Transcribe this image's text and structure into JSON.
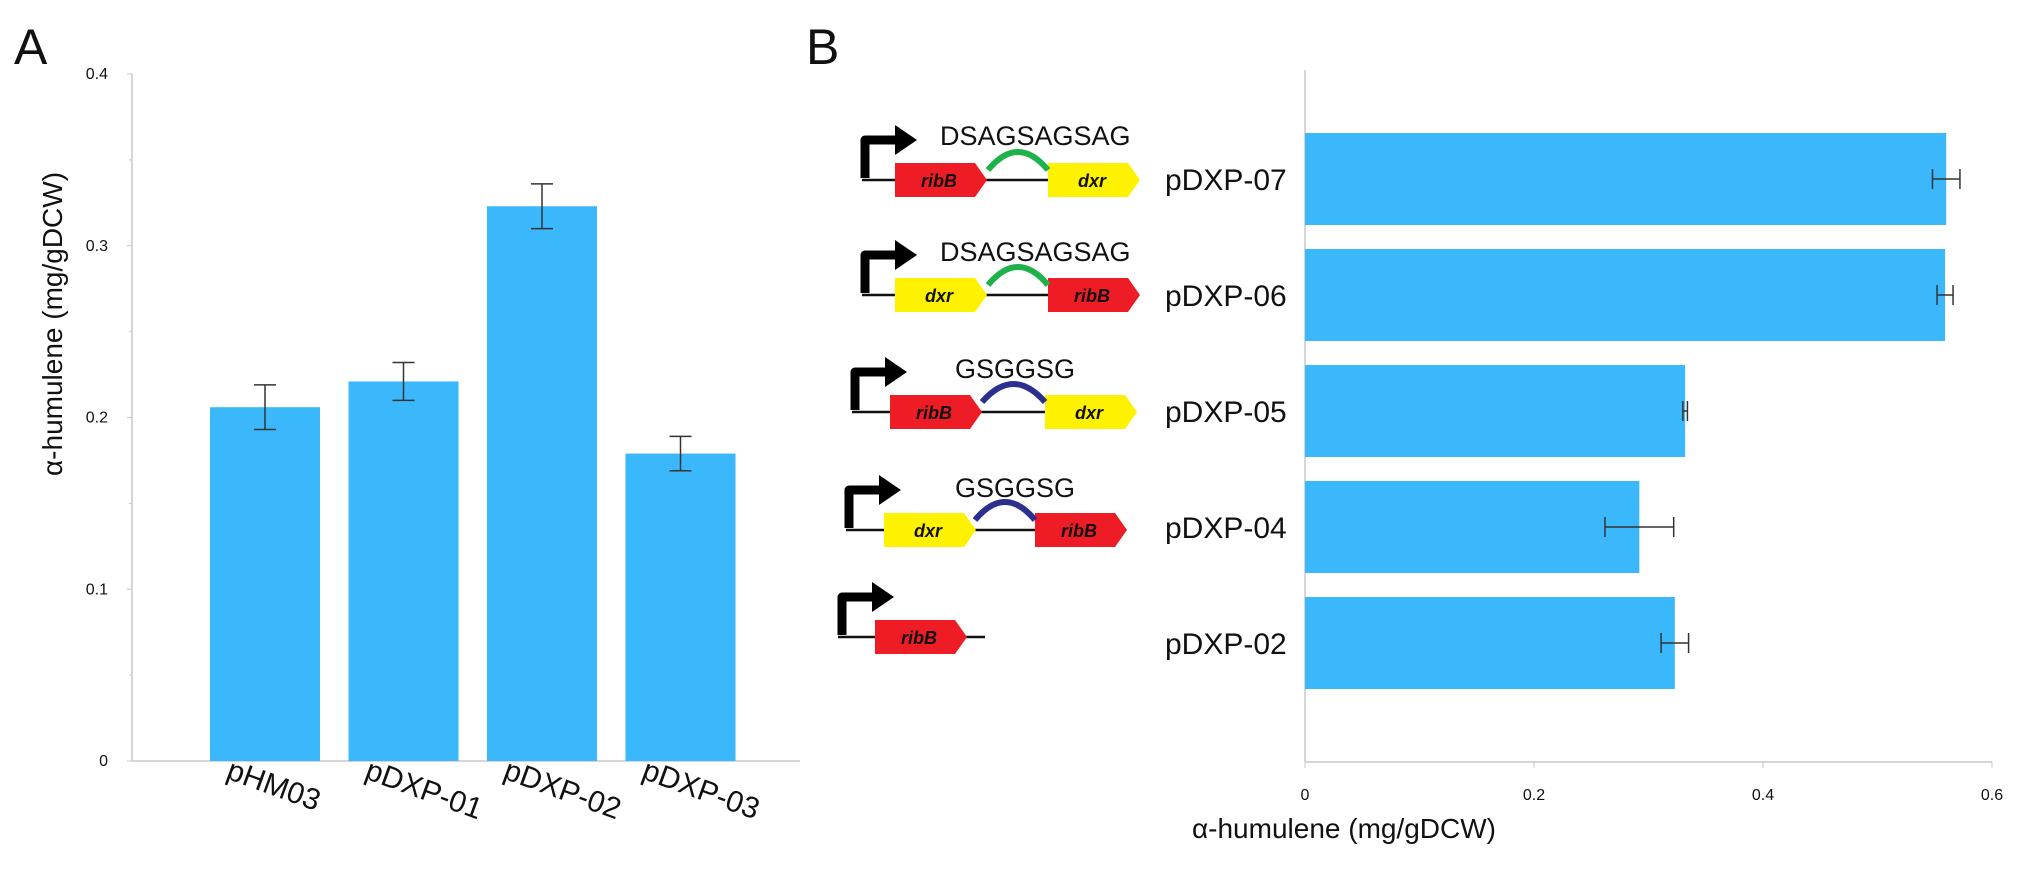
{
  "chart_data": [
    {
      "panel": "A",
      "type": "bar",
      "orientation": "vertical",
      "categories": [
        "pHM03",
        "pDXP-01",
        "pDXP-02",
        "pDXP-03"
      ],
      "values": [
        0.206,
        0.221,
        0.323,
        0.179
      ],
      "errors": [
        0.013,
        0.011,
        0.013,
        0.01
      ],
      "ylabel": "α-humulene (mg/gDCW)",
      "ylim": [
        0,
        0.4
      ],
      "yticks": [
        "0",
        "0.1",
        "0.2",
        "0.3",
        "0.4"
      ],
      "bar_color": "#3bb7fb",
      "grid": false
    },
    {
      "panel": "B",
      "type": "bar",
      "orientation": "horizontal",
      "categories": [
        "pDXP-07",
        "pDXP-06",
        "pDXP-05",
        "pDXP-04",
        "pDXP-02"
      ],
      "values": [
        0.56,
        0.559,
        0.332,
        0.292,
        0.323
      ],
      "errors": [
        0.012,
        0.007,
        0.002,
        0.03,
        0.012
      ],
      "xlabel": "α-humulene (mg/gDCW)",
      "xlim": [
        0,
        0.6
      ],
      "xticks": [
        "0",
        "0.2",
        "0.4",
        "0.6"
      ],
      "bar_color": "#3bb7fb",
      "grid": false
    }
  ],
  "panel_labels": {
    "a": "A",
    "b": "B"
  },
  "constructs": [
    {
      "linker": "DSAGSAGSAG",
      "genes": [
        "ribB",
        "dxr"
      ],
      "linker_color": "#1fb24a"
    },
    {
      "linker": "DSAGSAGSAG",
      "genes": [
        "dxr",
        "ribB"
      ],
      "linker_color": "#1fb24a"
    },
    {
      "linker": "GSGGSG",
      "genes": [
        "ribB",
        "dxr"
      ],
      "linker_color": "#2b2f8f"
    },
    {
      "linker": "GSGGSG",
      "genes": [
        "dxr",
        "ribB"
      ],
      "linker_color": "#2b2f8f"
    },
    {
      "linker": "",
      "genes": [
        "ribB"
      ],
      "linker_color": ""
    }
  ],
  "colors": {
    "ribB": "#ee1c24",
    "dxr": "#fff200",
    "axis": "#c8c8c8",
    "error_bar": "#333333"
  }
}
